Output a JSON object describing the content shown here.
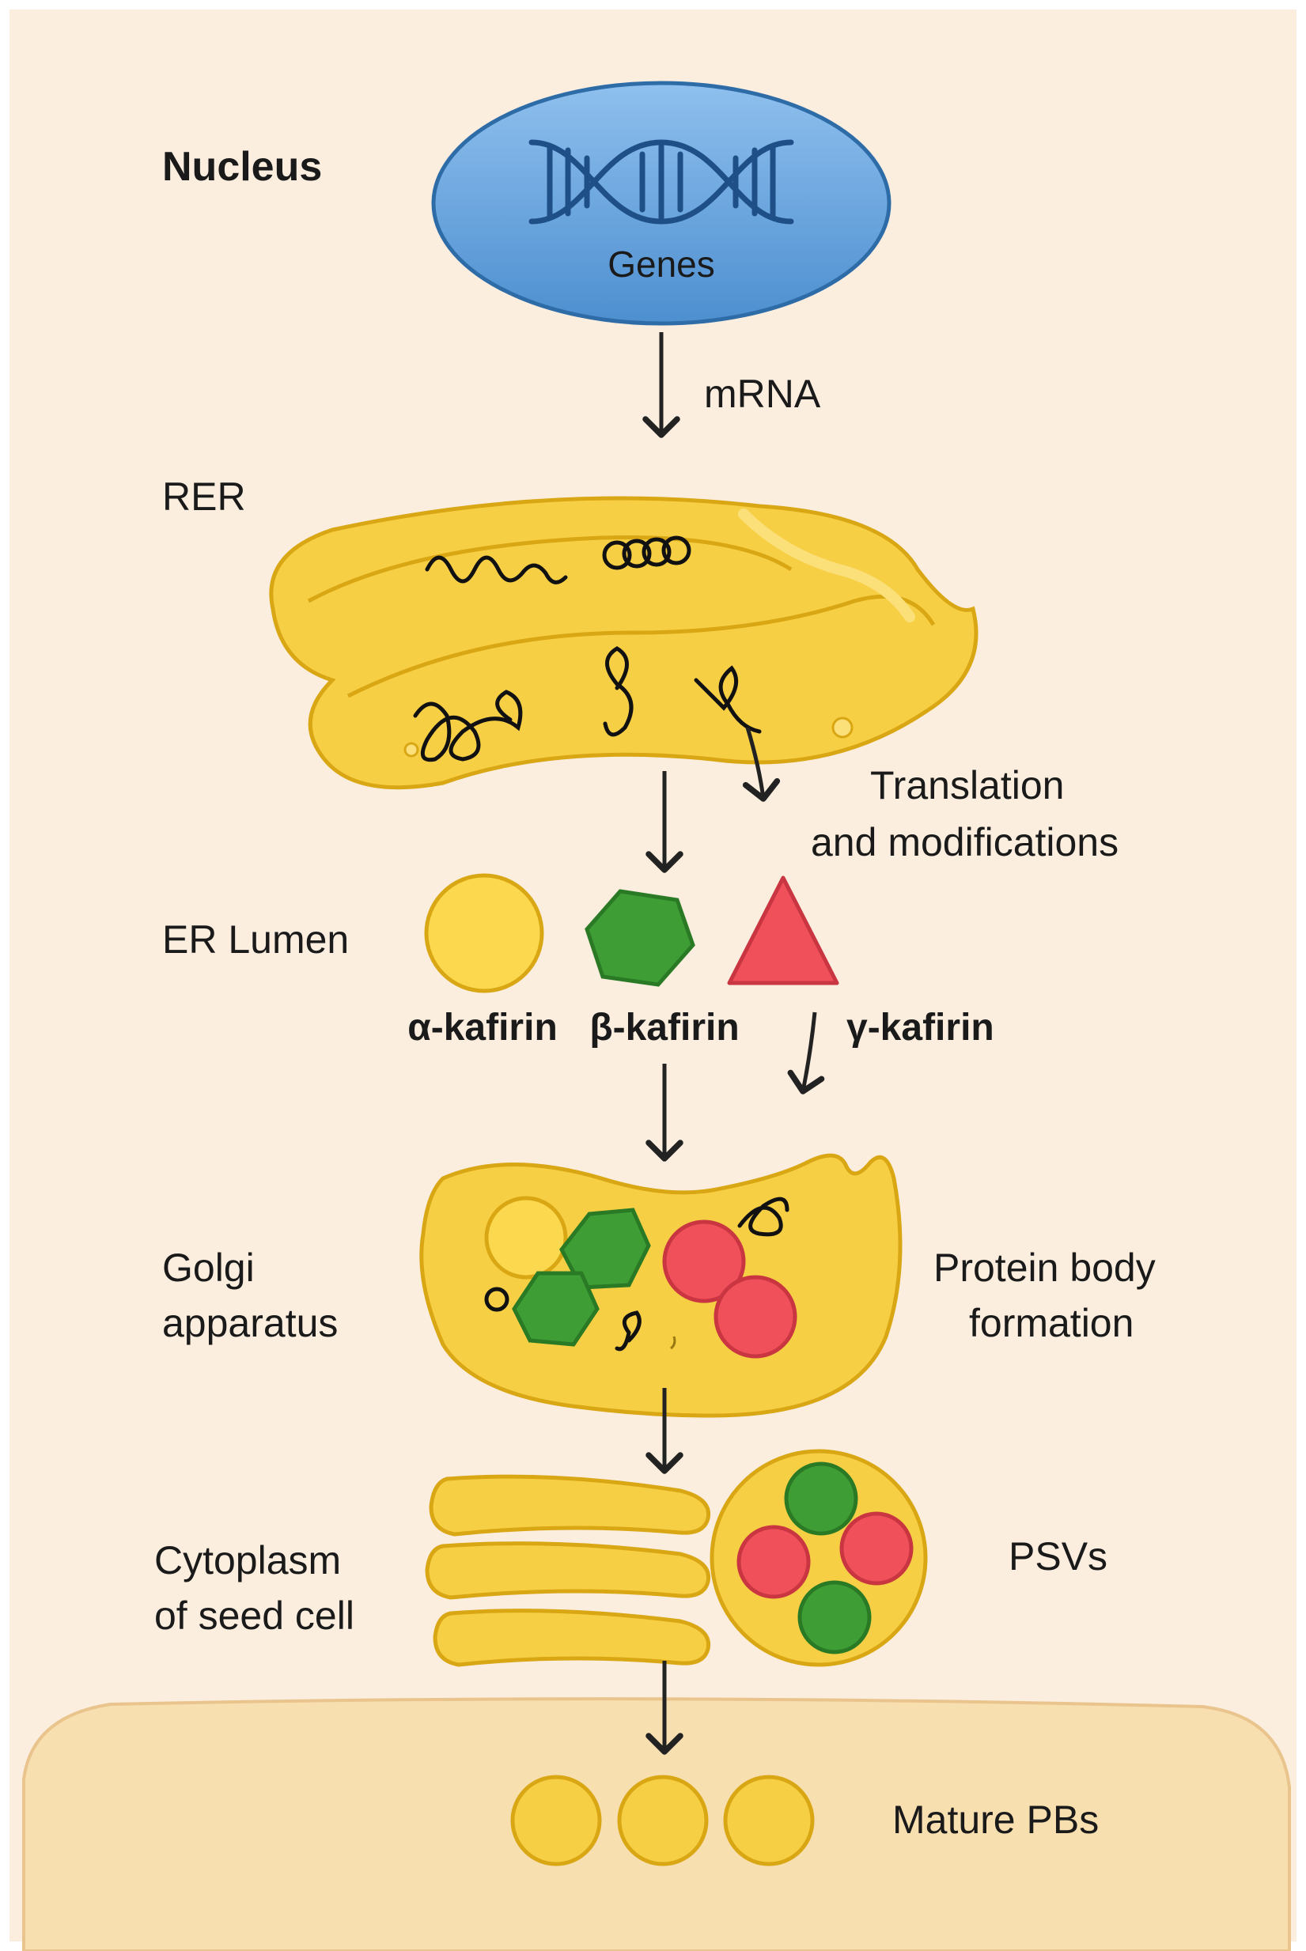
{
  "labels": {
    "nucleus": "Nucleus",
    "genes": "Genes",
    "mrna": "mRNA",
    "rer": "RER",
    "translation_line1": "Translation",
    "translation_line2": "and modifications",
    "er_lumen": "ER Lumen",
    "alpha": "α-kafirin",
    "beta": "β-kafirin",
    "gamma": "γ-kafirin",
    "golgi_line1": "Golgi",
    "golgi_line2": "apparatus",
    "protein_body_line1": "Protein body",
    "protein_body_line2": "formation",
    "cytoplasm_line1": "Cytoplasm",
    "cytoplasm_line2": "of seed cell",
    "psvs": "PSVs",
    "mature_pbs": "Mature PBs"
  },
  "colors": {
    "background": "#fbeedf",
    "cell_region": "#f8dfb0",
    "nucleus_fill": "#5b9bd8",
    "nucleus_stroke": "#2e6ca8",
    "dna": "#1f4f87",
    "organelle_fill": "#f7cf45",
    "organelle_stroke": "#d9a614",
    "alpha_fill": "#fbd84e",
    "beta_fill": "#3e9e35",
    "beta_stroke": "#2a7a25",
    "gamma_fill": "#f0505a",
    "gamma_stroke": "#c93540",
    "arrow": "#222222"
  }
}
